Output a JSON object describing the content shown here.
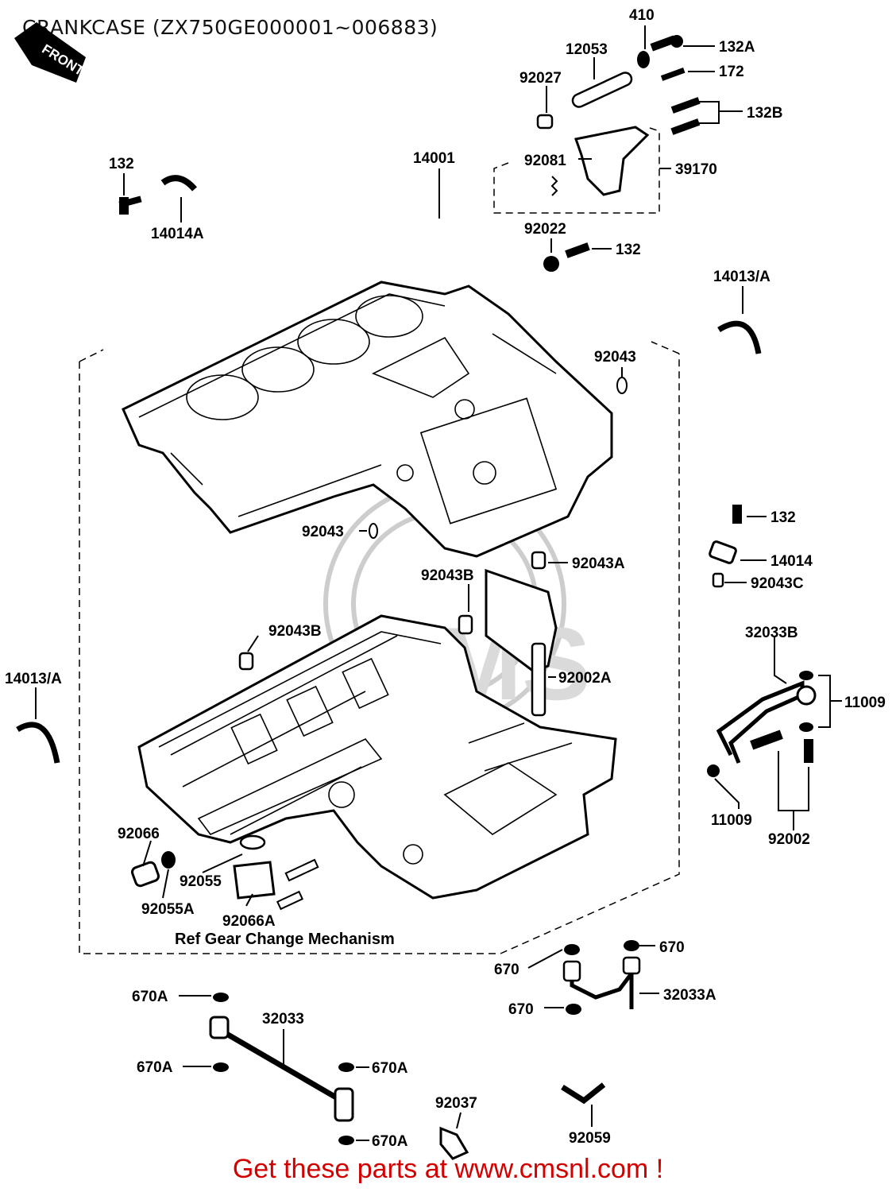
{
  "title": "CRANKCASE (ZX750GE000001~006883)",
  "front_label": "FRONT",
  "ref_note": "Ref  Gear Change Mechanism",
  "footer": "Get these parts at www.cmsnl.com !",
  "watermark": "CMS",
  "colors": {
    "footer": "#d40000",
    "lines": "#000000",
    "watermark": "#c8c8c8"
  },
  "parts": {
    "p410": "410",
    "p12053": "12053",
    "p132A": "132A",
    "p172": "172",
    "p92027": "92027",
    "p132B": "132B",
    "p132_top": "132",
    "p14001": "14001",
    "p92081": "92081",
    "p39170": "39170",
    "p14014A": "14014A",
    "p92022": "92022",
    "p132_mid": "132",
    "p14013A_right": "14013/A",
    "p92043_top": "92043",
    "p92043_mid": "92043",
    "p132_right": "132",
    "p14014": "14014",
    "p92043C": "92043C",
    "p92043A": "92043A",
    "p92043B_a": "92043B",
    "p92043B_b": "92043B",
    "p32033B": "32033B",
    "p92002A": "92002A",
    "p14013A_left": "14013/A",
    "p11009_a": "11009",
    "p11009_b": "11009",
    "p92002": "92002",
    "p92066": "92066",
    "p92055": "92055",
    "p92055A": "92055A",
    "p92066A": "92066A",
    "p670_a": "670",
    "p670_b": "670",
    "p670_c": "670",
    "p32033A": "32033A",
    "p670A_a": "670A",
    "p32033": "32033",
    "p670A_b": "670A",
    "p670A_c": "670A",
    "p670A_d": "670A",
    "p92037": "92037",
    "p92059": "92059"
  }
}
